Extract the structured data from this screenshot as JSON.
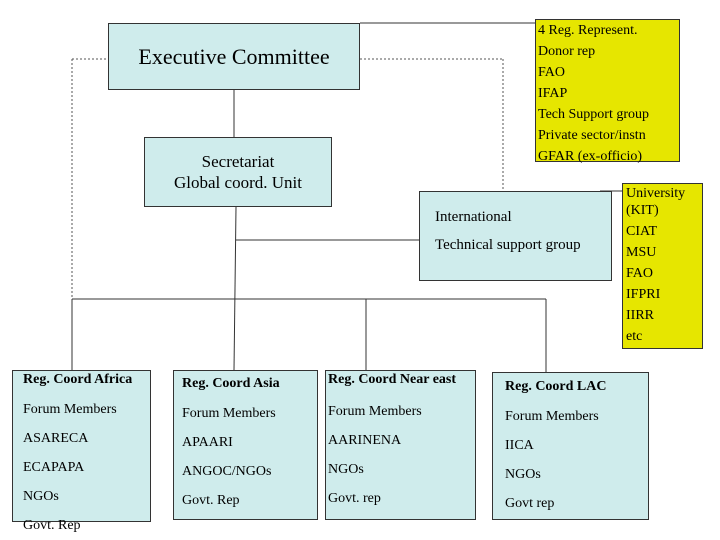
{
  "executive": {
    "label": "Executive Committee"
  },
  "secretariat": {
    "lines": [
      "Secretariat",
      "Global coord. Unit"
    ]
  },
  "international": {
    "lines": [
      "International",
      "Technical support group"
    ]
  },
  "representatives": {
    "color": "#e6e600",
    "items": [
      "4 Reg. Represent.",
      "Donor rep",
      "FAO",
      "IFAP",
      "Tech Support group",
      "Private sector/instn",
      "GFAR (ex-officio)"
    ]
  },
  "technical_members": {
    "color": "#e6e600",
    "items": [
      "University",
      "(KIT)",
      "CIAT",
      "MSU",
      "FAO",
      "IFPRI",
      "IIRR",
      "etc"
    ]
  },
  "regions": {
    "color": "#cfecec",
    "africa": {
      "title": "Reg. Coord Africa",
      "items": [
        "Forum Members",
        "ASARECA",
        "ECAPAPA",
        "NGOs",
        "Govt. Rep"
      ]
    },
    "asia": {
      "title": "Reg. Coord Asia",
      "items": [
        "Forum Members",
        "APAARI",
        "ANGOC/NGOs",
        "Govt. Rep"
      ]
    },
    "near_east": {
      "title": "Reg. Coord Near east",
      "items": [
        "Forum Members",
        "AARINENA",
        "NGOs",
        "Govt. rep"
      ]
    },
    "lac": {
      "title": "Reg. Coord LAC",
      "items": [
        "Forum Members",
        "IICA",
        "NGOs",
        "Govt rep"
      ]
    }
  }
}
